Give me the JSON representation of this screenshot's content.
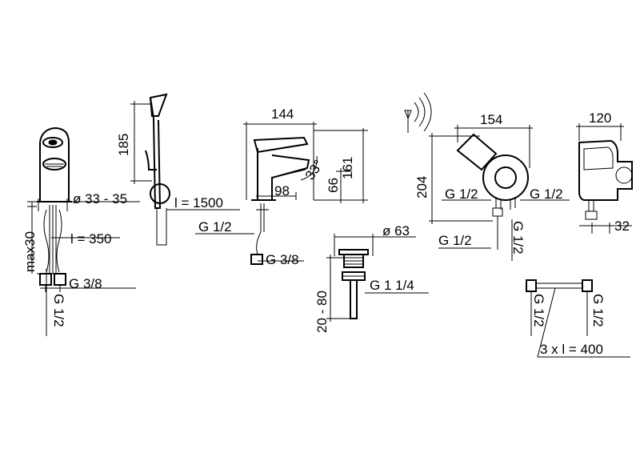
{
  "labels": {
    "d_33_35": "ø 33 - 35",
    "max30": "max30",
    "l_350": "l = 350",
    "g38_left": "G 3/8",
    "g12_left": "G 1/2",
    "h185": "185",
    "l_1500": "l = 1500",
    "w144": "144",
    "angle33": "33°",
    "h161": "161",
    "w98": "98",
    "h66": "66",
    "g12_mid": "G 1/2",
    "g38_mid": "G 3/8",
    "d63": "ø 63",
    "g114": "G 1 1/4",
    "h20_80": "20 - 80",
    "w154": "154",
    "h204": "204",
    "g12_a": "G 1/2",
    "g12_b": "G 1/2",
    "g12_c": "G 1/2",
    "g12_d": "G 1/2",
    "w120": "120",
    "w32": "32",
    "g12_e": "G 1/2",
    "g12_f": "G 1/2",
    "hoses": "3 x  l = 400"
  },
  "icons": {
    "sensor": "wireless-signal-icon"
  }
}
